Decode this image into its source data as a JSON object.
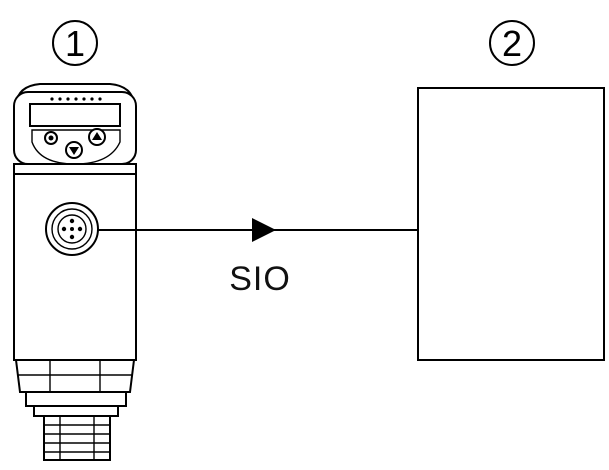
{
  "callouts": {
    "device": "1",
    "receiver": "2"
  },
  "signal": {
    "label": "SIO"
  },
  "colors": {
    "line": "#000000",
    "background": "#ffffff"
  }
}
